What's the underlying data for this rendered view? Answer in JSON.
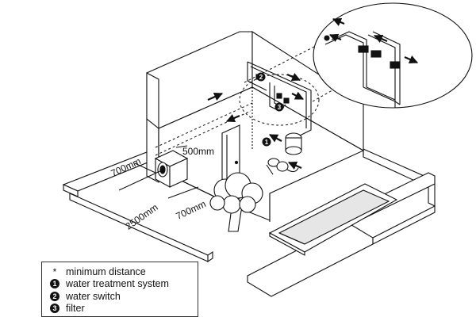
{
  "dimensions": {
    "side_gap": "700mm",
    "top_gap": "500mm",
    "front_gap": "700mm",
    "airflow_distance": "2500mm"
  },
  "legend": [
    {
      "mark": "*",
      "label": "minimum distance"
    },
    {
      "mark": "1",
      "label": "water treatment system"
    },
    {
      "mark": "2",
      "label": "water switch"
    },
    {
      "mark": "3",
      "label": "filter"
    }
  ],
  "callout_marks": [
    "1",
    "2",
    "3"
  ],
  "colors": {
    "line": "#111111",
    "fill": "#ffffff",
    "pool_water": "#e6e6e6"
  }
}
